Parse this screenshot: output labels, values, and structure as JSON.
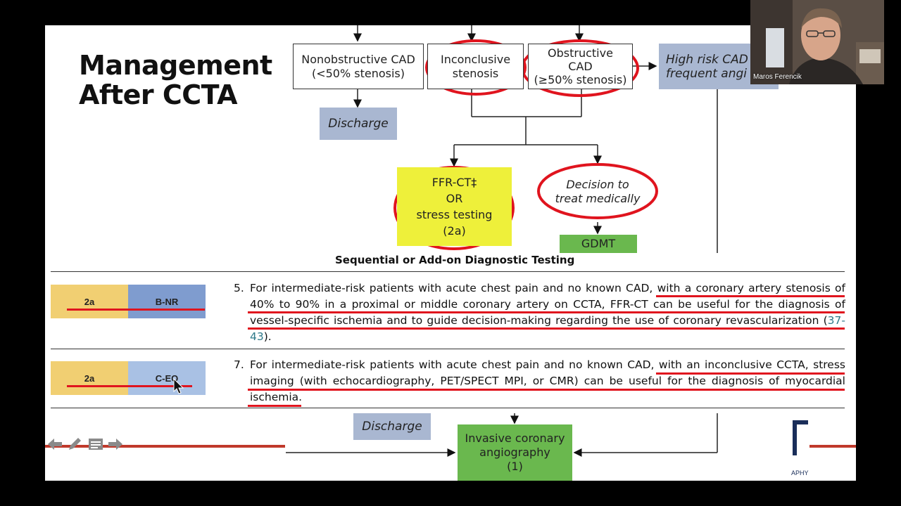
{
  "slide": {
    "title_line1": "Management",
    "title_line2": "After CCTA",
    "flowchart": {
      "nonobstructive": "Nonobstructive CAD\n(<50% stenosis)",
      "inconclusive": "Inconclusive\nstenosis",
      "obstructive": "Obstructive\nCAD\n(≥50% stenosis)",
      "high_risk": "High risk CAD\nfrequent angi",
      "discharge_top": "Discharge",
      "ffr_ct": "FFR-CT‡\nOR\nstress testing\n(2a)",
      "decision": "Decision to\ntreat medically",
      "gdmt": "GDMT",
      "caption": "Sequential or Add-on Diagnostic Testing",
      "discharge_bottom": "Discharge",
      "invasive": "Invasive coronary\nangiography\n(1)"
    },
    "recommendations": [
      {
        "class": "2a",
        "loe": "B-NR",
        "number": "5.",
        "text": "For intermediate-risk patients with acute chest pain and no known CAD, with a coronary artery stenosis of 40% to 90% in a proximal or middle coronary artery on CCTA, FFR-CT can be useful for the diagnosis of vessel-specific ischemia and to guide decision-making regarding the use of coronary revascularization",
        "ref_open": "(",
        "ref": "37-43",
        "ref_close": ")."
      },
      {
        "class": "2a",
        "loe": "C-EO",
        "number": "7.",
        "text": "For intermediate-risk patients with acute chest pain and no known CAD, with an inconclusive CCTA, stress imaging (with echocardiography, PET/SPECT MPI, or CMR) can be useful for the diagnosis of myocardial ischemia."
      }
    ],
    "logo_fragment": "APHY"
  },
  "camera": {
    "participant_name": "Maros Ferencik"
  },
  "controls": {
    "prev_icon": "arrow-left-icon",
    "pen_icon": "pen-icon",
    "menu_icon": "menu-icon",
    "next_icon": "arrow-right-icon"
  },
  "colors": {
    "annotation_red": "#e0141e",
    "class_2a": "#f1cf72",
    "loe_b_nr": "#7f9ccf",
    "loe_c_eo": "#a9c1e4",
    "blue_box": "#a9b7d1",
    "yellow_box": "#eef03a",
    "green_box": "#6ab84e",
    "ref_color": "#2f7a8a"
  }
}
